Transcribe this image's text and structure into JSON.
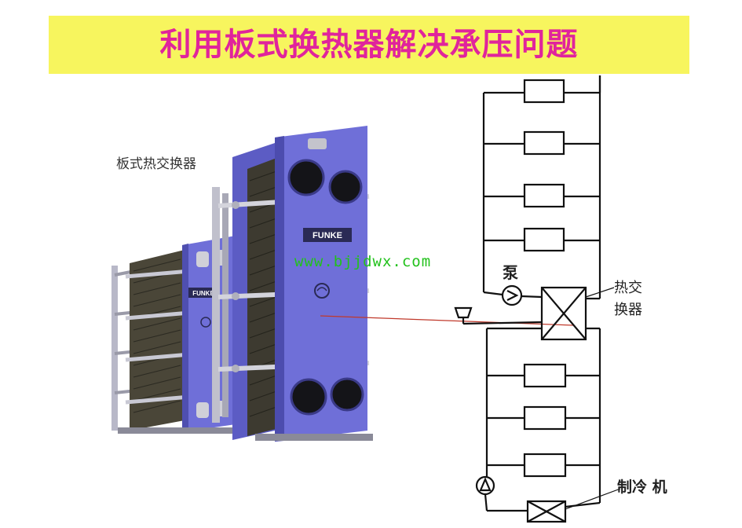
{
  "title": "利用板式换热器解决承压问题",
  "photo": {
    "label": "板式热交换器",
    "brand_small": "FUNKE",
    "brand_large": "FUNKE"
  },
  "watermark": "www.bjjdwx.com",
  "diagram": {
    "pump_label": "泵",
    "heat_exchanger_label_line1": "热交",
    "heat_exchanger_label_line2": "换器",
    "chiller_label": "制冷 机"
  },
  "colors": {
    "title_bg": "#f7f55e",
    "title_text": "#e0249c",
    "exchanger_body": "#6f6fd8",
    "watermark": "#22c11c",
    "pointer_line": "#c0392b"
  }
}
